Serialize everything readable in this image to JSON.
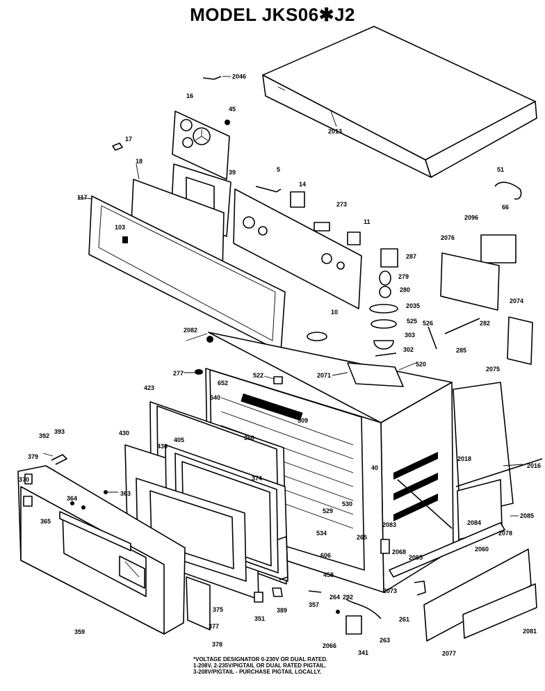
{
  "title": "MODEL JKS06✱J2",
  "notes": [
    "*VOLTAGE DESIGNATOR 0-230V OR DUAL RATED.",
    "1-208V, 2-235V/PIGTAIL OR DUAL RATED PIGTAIL.",
    "3-208V/PIGTAIL - PURCHASE PIGTAIL LOCALLY."
  ],
  "parts": [
    "2046",
    "45",
    "16",
    "17",
    "2013",
    "18",
    "39",
    "5",
    "14",
    "117",
    "273",
    "11",
    "103",
    "51",
    "2096",
    "66",
    "2076",
    "287",
    "279",
    "280",
    "2035",
    "525",
    "303",
    "302",
    "526",
    "282",
    "285",
    "2074",
    "2082",
    "10",
    "277",
    "522",
    "2071",
    "520",
    "2075",
    "652",
    "540",
    "509",
    "360",
    "423",
    "392",
    "393",
    "430",
    "436",
    "405",
    "379",
    "374",
    "370",
    "364",
    "363",
    "365",
    "530",
    "529",
    "534",
    "40",
    "2016",
    "2018",
    "2085",
    "2084",
    "2078",
    "2083",
    "2068",
    "2095",
    "2060",
    "2073",
    "265",
    "458",
    "606",
    "264",
    "292",
    "359",
    "375",
    "377",
    "378",
    "351",
    "389",
    "357",
    "2066",
    "263",
    "341",
    "261",
    "2077",
    "2081"
  ]
}
